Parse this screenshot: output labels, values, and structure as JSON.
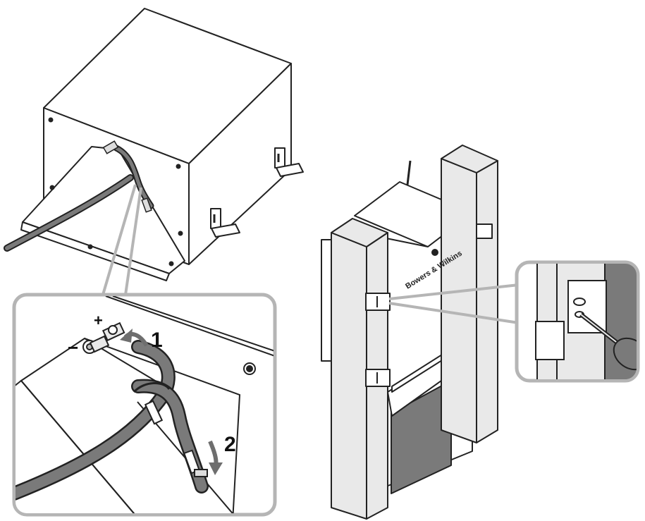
{
  "labels": {
    "plus": "+",
    "minus": "−",
    "step1": "1",
    "step2": "2",
    "brand": "Bowers & Wilkins"
  },
  "colors": {
    "line": "#222222",
    "panel": "#f7f7f7",
    "cable": "#6e6e6e",
    "callout": "#b5b5b5",
    "shade": "#7a7a7a",
    "stud": "#e9e9e9"
  }
}
